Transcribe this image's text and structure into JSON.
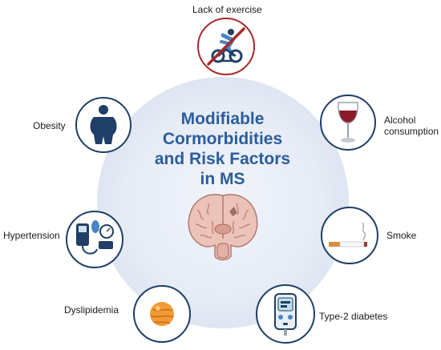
{
  "title_lines": [
    "Modifiable",
    "Cormorbidities",
    "and Risk Factors",
    "in MS"
  ],
  "factors": {
    "lack_of_exercise": "Lack of exercise",
    "obesity": "Obesity",
    "alcohol_line1": "Alcohol",
    "alcohol_line2": "consumption",
    "hypertension": "Hypertension",
    "smoke": "Smoke",
    "dyslipidemia": "Dyslipidemia",
    "type2_diabetes": "Type-2 diabetes"
  },
  "colors": {
    "title": "#2a5e9c",
    "node_border": "#1f3f66",
    "prohibited": "#a72a2a",
    "icon_dark": "#1f3f66",
    "icon_blue": "#4a86c5"
  },
  "icons": [
    "no-exercise-icon",
    "obesity-icon",
    "wine-glass-icon",
    "blood-pressure-monitor-icon",
    "cigarette-icon",
    "lipid-ball-icon",
    "glucose-meter-icon",
    "brain-icon"
  ]
}
